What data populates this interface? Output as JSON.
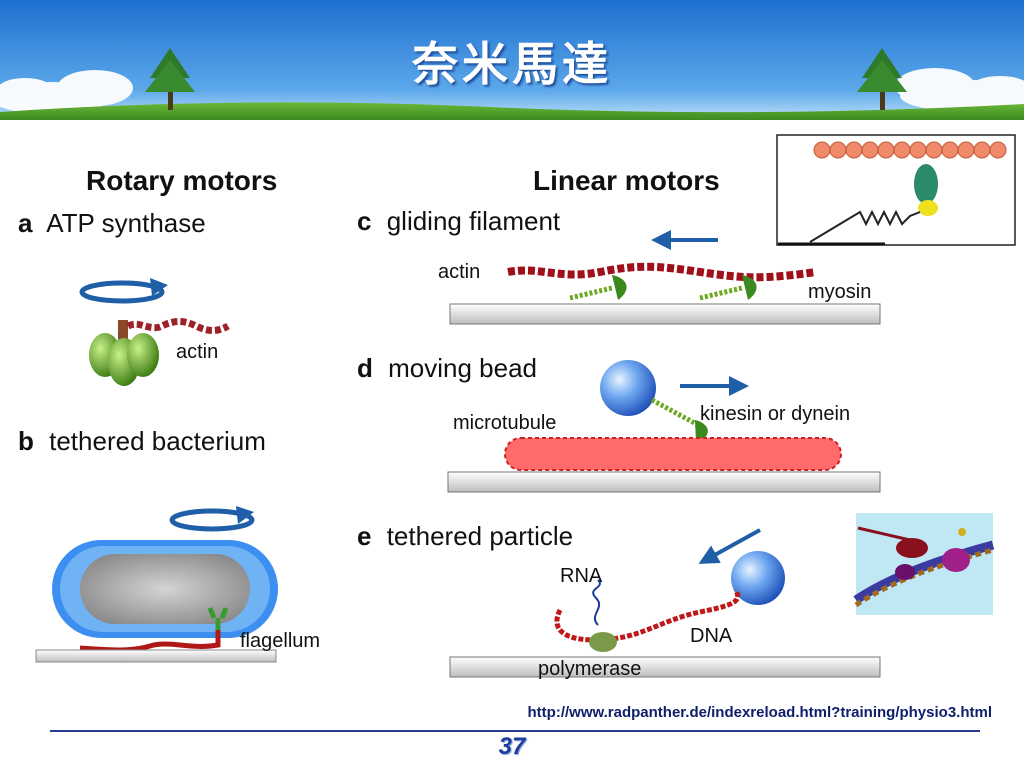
{
  "slide": {
    "title": "奈米馬達",
    "url": "http://www.radpanther.de/indexreload.html?training/physio3.html",
    "page_number": "37"
  },
  "figure": {
    "rotary_heading": "Rotary motors",
    "linear_heading": "Linear motors",
    "panels": {
      "a": {
        "letter": "a",
        "title": "ATP synthase",
        "labels": [
          "actin"
        ]
      },
      "b": {
        "letter": "b",
        "title": "tethered bacterium",
        "labels": [
          "flagellum"
        ]
      },
      "c": {
        "letter": "c",
        "title": "gliding filament",
        "labels": [
          "actin",
          "myosin"
        ]
      },
      "d": {
        "letter": "d",
        "title": "moving bead",
        "labels": [
          "microtubule",
          "kinesin or dynein"
        ]
      },
      "e": {
        "letter": "e",
        "title": "tethered particle",
        "labels": [
          "RNA",
          "DNA",
          "polymerase"
        ]
      }
    }
  },
  "colors": {
    "header_sky": "#2f7fd8",
    "title_shadow": "#1d4d9a",
    "arrow": "#1f5fa8",
    "footer_line": "#2b3c8f"
  }
}
